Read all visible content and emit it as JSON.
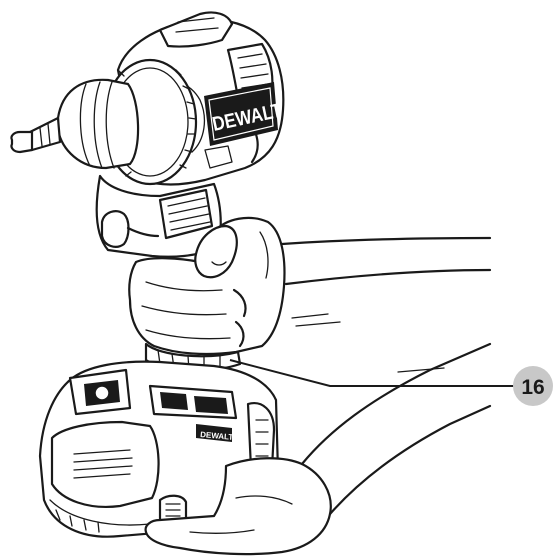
{
  "brand": {
    "main_logo": "DEWALT",
    "battery_logo": "DEWALT"
  },
  "callouts": [
    {
      "id": "16",
      "label": "16"
    }
  ],
  "colors": {
    "line": "#1a1a1a",
    "callout_fill": "#c8c8c8",
    "background": "#ffffff"
  }
}
